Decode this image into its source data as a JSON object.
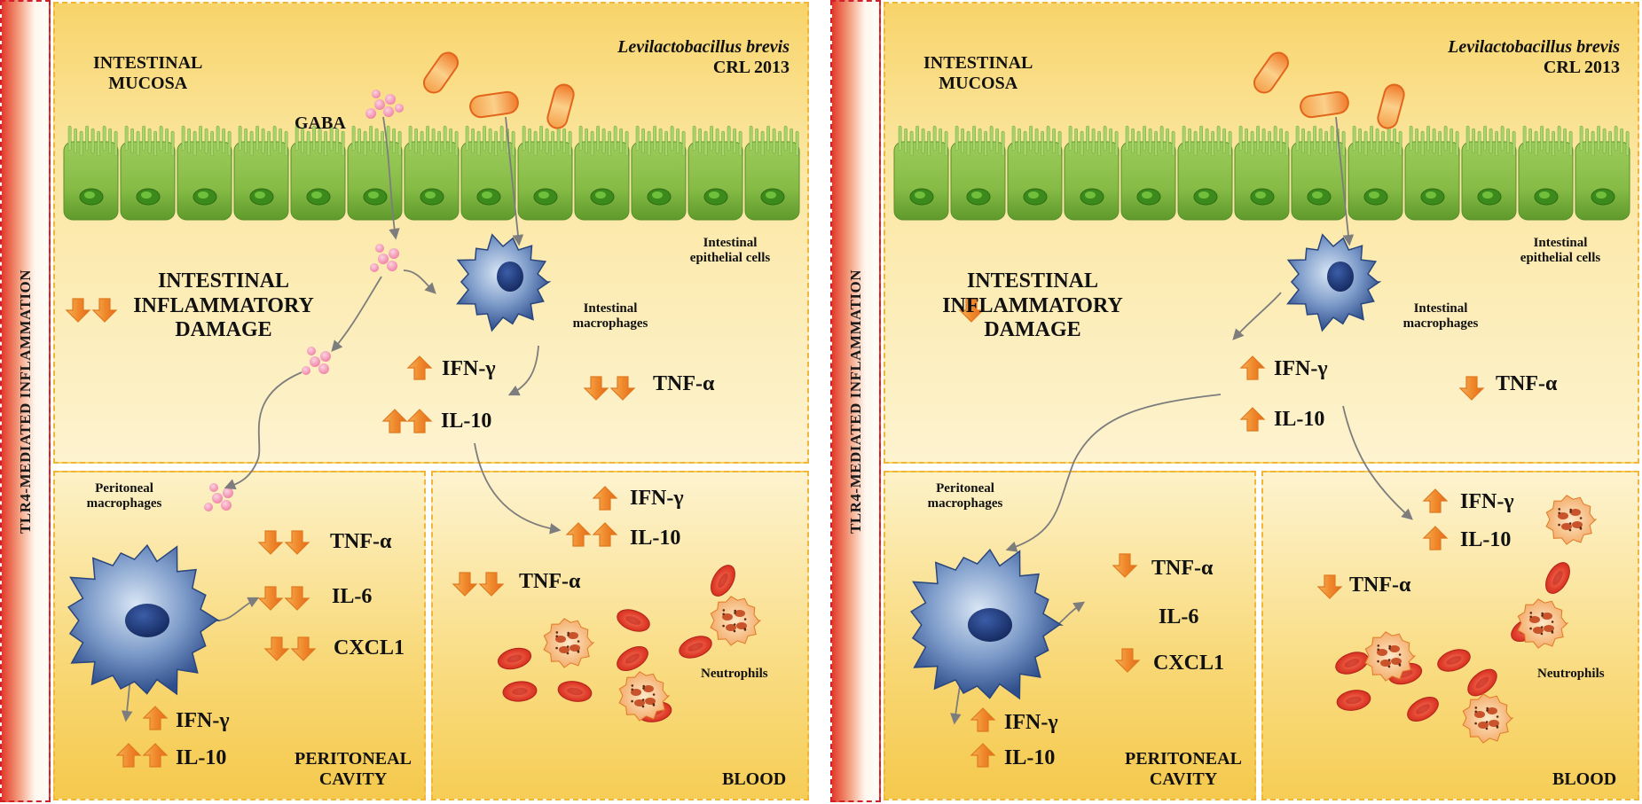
{
  "sidebar_label": "TLR4-MEDIATED INFLAMMATION",
  "left": {
    "mucosa_line1": "INTESTINAL",
    "mucosa_line2": "MUCOSA",
    "bacterium_name": "Levilactobacillus brevis",
    "bacterium_strain": "CRL 2013",
    "gaba": "GABA",
    "epithelial_line1": "Intestinal",
    "epithelial_line2": "epithelial cells",
    "damage_line1": "INTESTINAL",
    "damage_line2": "INFLAMMATORY",
    "damage_line3": "DAMAGE",
    "macro_int_line1": "Intestinal",
    "macro_int_line2": "macrophages",
    "int_ifn": "IFN-γ",
    "int_il10": "IL-10",
    "int_tnf": "TNF-α",
    "peri_macro_line1": "Peritoneal",
    "peri_macro_line2": "macrophages",
    "peri_tnf": "TNF-α",
    "peri_il6": "IL-6",
    "peri_cxcl1": "CXCL1",
    "peri_ifn": "IFN-γ",
    "peri_il10": "IL-10",
    "peri_cavity_line1": "PERITONEAL",
    "peri_cavity_line2": "CAVITY",
    "blood_ifn": "IFN-γ",
    "blood_il10": "IL-10",
    "blood_tnf": "TNF-α",
    "neutrophils": "Neutrophils",
    "blood": "BLOOD"
  },
  "right": {
    "mucosa_line1": "INTESTINAL",
    "mucosa_line2": "MUCOSA",
    "bacterium_name": "Levilactobacillus brevis",
    "bacterium_strain": "CRL 2013",
    "epithelial_line1": "Intestinal",
    "epithelial_line2": "epithelial cells",
    "damage_line1": "INTESTINAL",
    "damage_line2": "INFLAMMATORY",
    "damage_line3": "DAMAGE",
    "macro_int_line1": "Intestinal",
    "macro_int_line2": "macrophages",
    "int_ifn": "IFN-γ",
    "int_il10": "IL-10",
    "int_tnf": "TNF-α",
    "peri_macro_line1": "Peritoneal",
    "peri_macro_line2": "macrophages",
    "peri_tnf": "TNF-α",
    "peri_il6": "IL-6",
    "peri_cxcl1": "CXCL1",
    "peri_ifn": "IFN-γ",
    "peri_il10": "IL-10",
    "peri_cavity_line1": "PERITONEAL",
    "peri_cavity_line2": "CAVITY",
    "blood_ifn": "IFN-γ",
    "blood_il10": "IL-10",
    "blood_tnf": "TNF-α",
    "neutrophils": "Neutrophils",
    "blood": "BLOOD"
  },
  "colors": {
    "frame_dash": "#d21f2b",
    "box_dash": "#f1b53a",
    "arrow_up_down": "#f08a2c",
    "macrophage": "#3d5f9e",
    "epithelium": "#7fb542",
    "bacterium": "#f07a2a",
    "gaba": "#f59bb8",
    "rbc": "#e0362a"
  }
}
